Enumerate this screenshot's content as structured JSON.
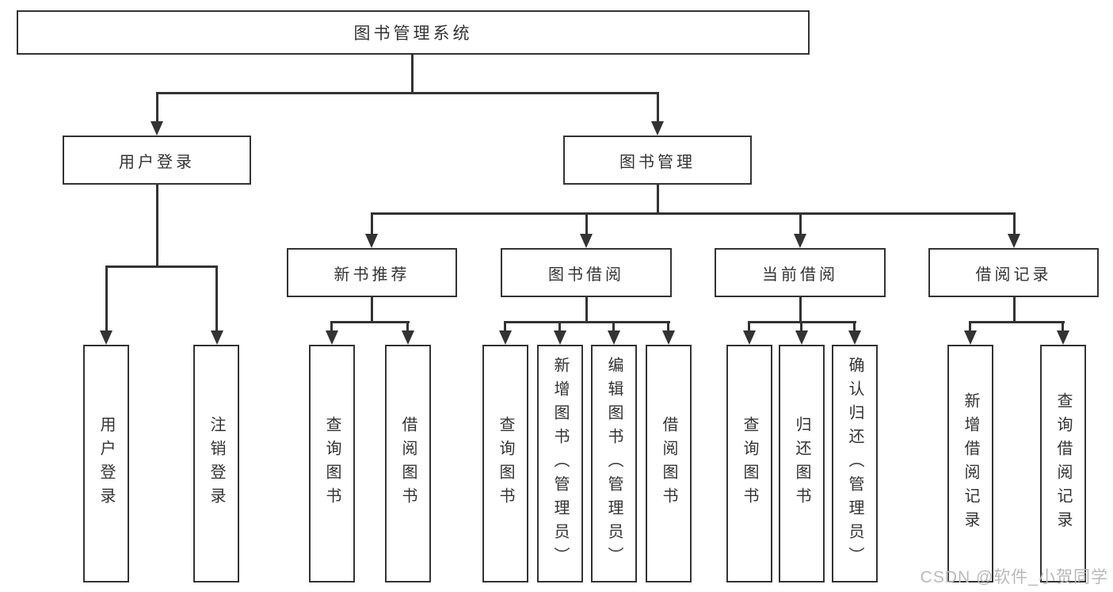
{
  "tree": {
    "root": "图书管理系统",
    "children": [
      {
        "label": "用户登录",
        "children": [
          "用户登录",
          "注销登录"
        ]
      },
      {
        "label": "图书管理",
        "children": [
          {
            "label": "新书推荐",
            "children": [
              "查询图书",
              "借阅图书"
            ]
          },
          {
            "label": "图书借阅",
            "children": [
              "查询图书",
              "新增图书（管理员）",
              "编辑图书（管理员）",
              "借阅图书"
            ]
          },
          {
            "label": "当前借阅",
            "children": [
              "查询图书",
              "归还图书",
              "确认归还（管理员）"
            ]
          },
          {
            "label": "借阅记录",
            "children": [
              "新增借阅记录",
              "查询借阅记录"
            ]
          }
        ]
      }
    ]
  },
  "watermark": {
    "text": "CSDN @软件_小贺同学"
  },
  "colors": {
    "box_border": "#333333",
    "line": "#333333",
    "text": "#333333",
    "watermark_color": "#b9b9b9",
    "background": "#ffffff"
  }
}
